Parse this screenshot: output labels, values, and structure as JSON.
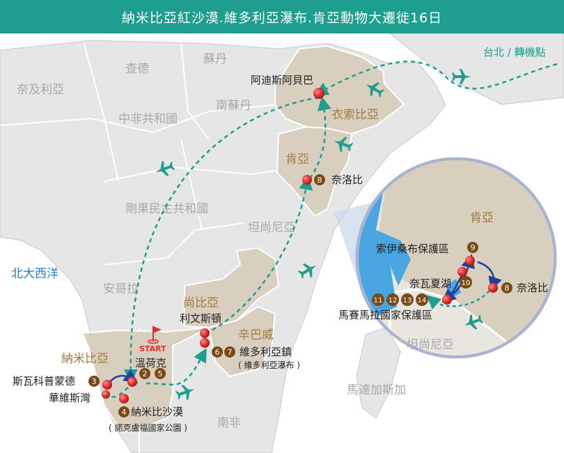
{
  "header": {
    "title": "納米比亞紅沙漠.維多利亞瀑布.肯亞動物大遷徙16日"
  },
  "map": {
    "regions": {
      "algeria": "奈及利亞",
      "chad": "查德",
      "sudan": "蘇丹",
      "car": "中非共和國",
      "south_sudan": "南蘇丹",
      "drc": "剛果民主共和國",
      "tanzania": "坦尚尼亞",
      "angola": "安哥拉",
      "south_africa": "南非",
      "madagascar": "馬達加斯加",
      "atlantic": "北大西洋"
    },
    "countries": {
      "ethiopia": "衣索比亞",
      "kenya": "肯亞",
      "zambia": "尚比亞",
      "zimbabwe": "辛巴威",
      "namibia": "納米比亞"
    },
    "start_label": "START",
    "origin_label": "台北 / 轉機點",
    "stops": {
      "addis": {
        "name": "阿迪斯阿貝巴"
      },
      "nairobi": {
        "num": "8",
        "name": "奈洛比"
      },
      "livingstone": {
        "name": "利文斯頓"
      },
      "victoria": {
        "nums": [
          "6",
          "7"
        ],
        "name": "維多利亞鎮",
        "sub": "( 維多利亞瀑布 )"
      },
      "windhoek": {
        "nums": [
          "2",
          "5"
        ],
        "name": "溫荷克"
      },
      "swakop": {
        "num": "3",
        "name": "斯瓦科普蒙德"
      },
      "walvis": {
        "name": "華維斯灣"
      },
      "namib": {
        "num": "4",
        "name": "納米比沙漠",
        "sub": "( 諾克盧福國家公園 )"
      }
    }
  },
  "inset": {
    "country": "肯亞",
    "tanzania": "坦尚尼亞",
    "stops": {
      "samburu": {
        "num": "9",
        "name": "索伊桑布保護區"
      },
      "naivasha": {
        "num": "10",
        "name": "奈瓦夏湖"
      },
      "nairobi": {
        "num": "8",
        "name": "奈洛比"
      },
      "masai": {
        "nums": [
          "11",
          "12",
          "13",
          "14"
        ],
        "name": "馬賽馬拉國家保護區"
      }
    }
  },
  "colors": {
    "header": "#1d9e8e",
    "route": "#1d9e8e",
    "land": "#e7e7e7",
    "highlight": "#d9cfbf",
    "country_label": "#a07a3c",
    "region_label": "#a8a8a8",
    "marker": "#e03030",
    "badge": "#7a4a16",
    "ocean_label": "#2a7cc8",
    "lake": "#4aa6e0"
  }
}
